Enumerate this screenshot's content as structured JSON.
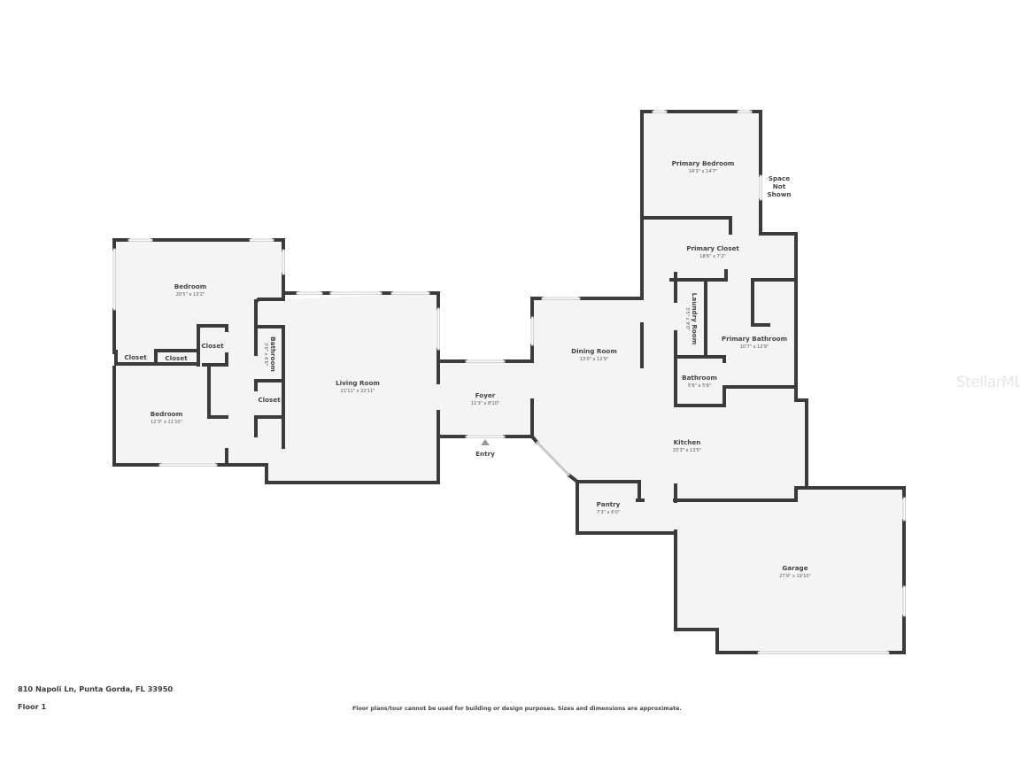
{
  "property": {
    "address": "810 Napoli Ln, Punta Gorda, FL 33950",
    "floor_label": "Floor 1",
    "disclaimer": "Floor plans/tour cannot be used for building or design purposes. Sizes and dimensions are approximate.",
    "watermark": "StellarMLS"
  },
  "rooms": {
    "bedroom_1": {
      "name": "Bedroom",
      "dim": "20'5\" x 13'2\""
    },
    "bedroom_2": {
      "name": "Bedroom",
      "dim": "12'3\" x 11'10\""
    },
    "closet_a": {
      "name": "Closet"
    },
    "closet_b": {
      "name": "Closet"
    },
    "closet_c": {
      "name": "Closet"
    },
    "closet_d": {
      "name": "Closet"
    },
    "bathroom_small": {
      "name": "Bathroom",
      "dim": "3'0\" x 6'6\""
    },
    "living_room": {
      "name": "Living Room",
      "dim": "21'11\" x 22'11\""
    },
    "foyer": {
      "name": "Foyer",
      "dim": "11'3\" x 8'10\""
    },
    "entry": {
      "name": "Entry"
    },
    "dining_room": {
      "name": "Dining Room",
      "dim": "13'0\" x 12'9\""
    },
    "primary_bedroom": {
      "name": "Primary Bedroom",
      "dim": "14'3\" x 14'7\""
    },
    "space_not_shown": {
      "line1": "Space",
      "line2": "Not",
      "line3": "Shown"
    },
    "primary_closet": {
      "name": "Primary Closet",
      "dim": "18'6\" x 7'2\""
    },
    "laundry_room": {
      "name": "Laundry Room",
      "dim": "3'5\" x 9'0\""
    },
    "primary_bathroom": {
      "name": "Primary Bathroom",
      "dim": "10'7\" x 12'9\""
    },
    "bathroom": {
      "name": "Bathroom",
      "dim": "5'6\" x 5'6\""
    },
    "kitchen": {
      "name": "Kitchen",
      "dim": "33'3\" x 13'5\""
    },
    "pantry": {
      "name": "Pantry",
      "dim": "7'3\" x 6'0\""
    },
    "garage": {
      "name": "Garage",
      "dim": "27'9\" x 19'10\""
    }
  },
  "colors": {
    "wall": "#3b3b3b",
    "floor": "#f4f4f4",
    "window": "#c9c9c9",
    "text": "#444444"
  }
}
